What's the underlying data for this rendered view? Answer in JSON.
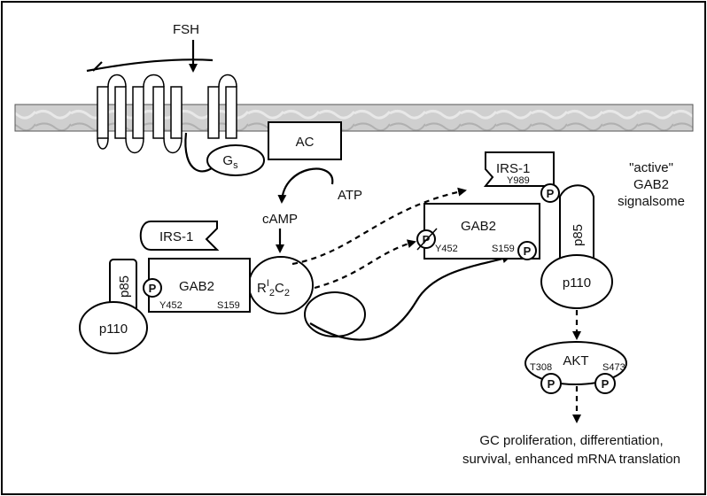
{
  "labels": {
    "fsh": "FSH",
    "ac": "AC",
    "gs_main": "G",
    "gs_sub": "s",
    "atp": "ATP",
    "camp": "cAMP",
    "pka_r": "R",
    "pka_i": "I",
    "pka_2a": "2",
    "pka_c": "C",
    "pka_2b": "2",
    "irs1": "IRS-1",
    "gab2": "GAB2",
    "p85": "p85",
    "p110": "p110",
    "p": "P",
    "y452": "Y452",
    "s159": "S159",
    "y989": "Y989",
    "akt": "AKT",
    "t308": "T308",
    "s473": "S473",
    "active_line1": "\"active\"",
    "active_line2": "GAB2",
    "active_line3": "signalsome",
    "outcome_line1": "GC proliferation, differentiation,",
    "outcome_line2": "survival, enhanced mRNA translation"
  },
  "colors": {
    "membrane": "#c9c9c9",
    "stroke": "#000000",
    "fill": "#ffffff"
  }
}
